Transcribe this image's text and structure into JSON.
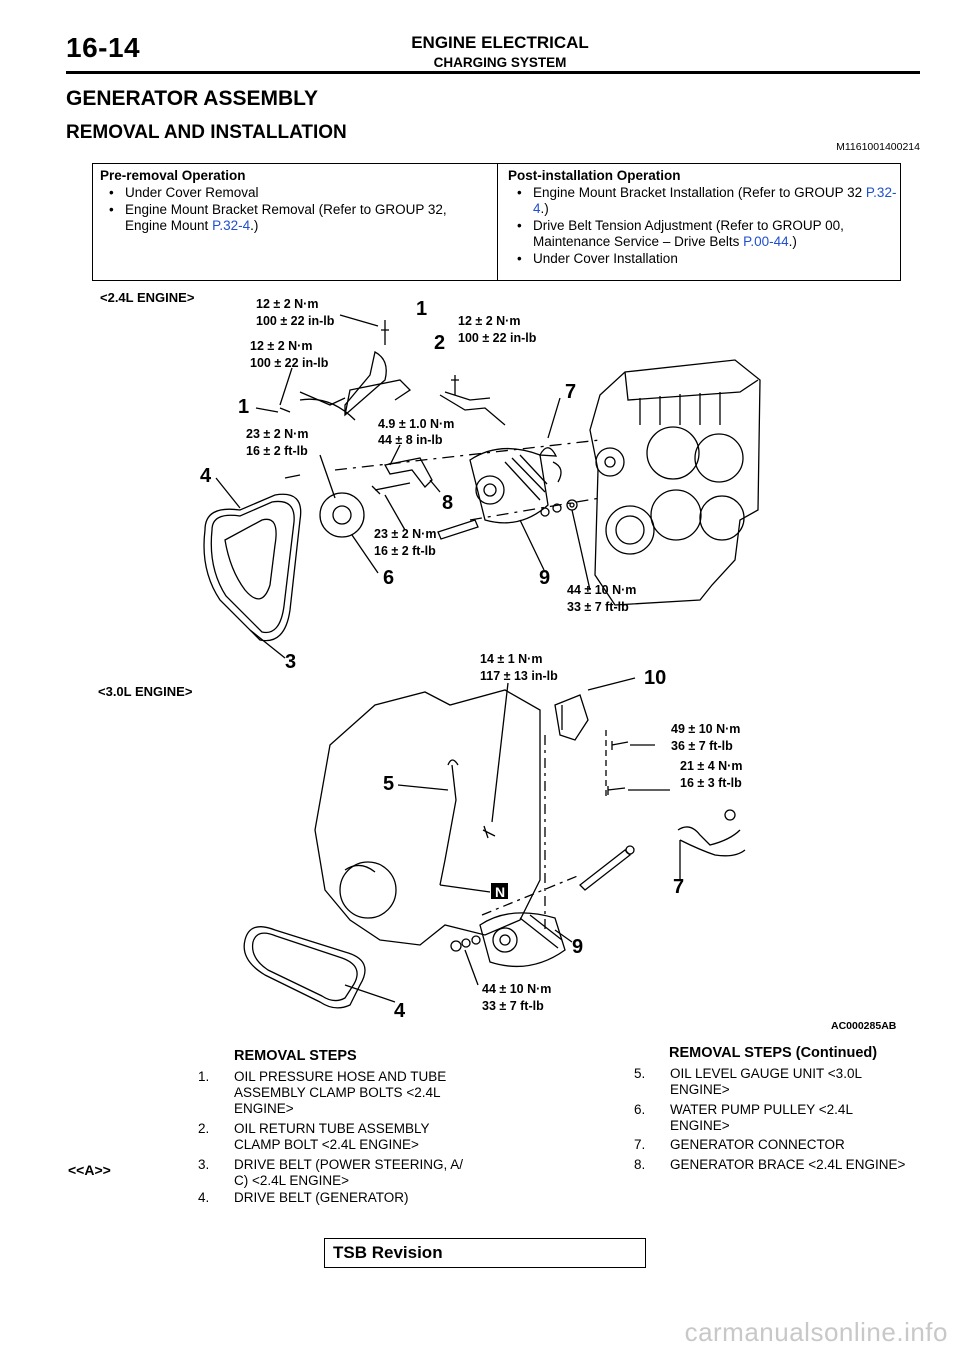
{
  "header": {
    "page_number": "16-14",
    "section": "ENGINE ELECTRICAL",
    "subsection": "CHARGING SYSTEM"
  },
  "title": "GENERATOR ASSEMBLY",
  "subtitle": "REMOVAL AND INSTALLATION",
  "doc_id": "M1161001400214",
  "pre_removal": {
    "heading": "Pre-removal Operation",
    "items": [
      {
        "text": "Under Cover Removal",
        "link": ""
      },
      {
        "text": "Engine Mount Bracket Removal (Refer to GROUP 32, Engine Mount ",
        "link": "P.32-4",
        "tail": ".)"
      }
    ]
  },
  "post_install": {
    "heading": "Post-installation Operation",
    "items": [
      {
        "text": "Engine Mount Bracket Installation (Refer to GROUP 32 ",
        "link": "P.32-4",
        "tail": ".)"
      },
      {
        "text": "Drive Belt Tension Adjustment (Refer to GROUP 00, Maintenance Service – Drive Belts ",
        "link": "P.00-44",
        "tail": ".)"
      },
      {
        "text": "Under Cover Installation",
        "link": ""
      }
    ]
  },
  "bullet": "•",
  "diagram": {
    "engine_24": "<2.4L ENGINE>",
    "engine_30": "<3.0L ENGINE>",
    "figure_id": "AC000285AB",
    "torques": {
      "t1a": "12 ± 2 N·m",
      "t1b": "100 ± 22 in-lb",
      "t2a": "12 ± 2 N·m",
      "t2b": "100 ± 22 in-lb",
      "t3a": "12 ± 2 N·m",
      "t3b": "100 ± 22 in-lb",
      "t4a": "4.9 ± 1.0 N·m",
      "t4b": "44 ± 8 in-lb",
      "t5a": "23 ± 2 N·m",
      "t5b": "16 ± 2 ft-lb",
      "t6a": "23 ± 2 N·m",
      "t6b": "16 ± 2 ft-lb",
      "t7a": "44 ± 10 N·m",
      "t7b": "33 ± 7 ft-lb",
      "t8a": "14 ± 1 N·m",
      "t8b": "117 ± 13 in-lb",
      "t9a": "49 ± 10 N·m",
      "t9b": "36 ± 7 ft-lb",
      "t10a": "21 ± 4 N·m",
      "t10b": "16 ± 3 ft-lb",
      "t11a": "44 ± 10 N·m",
      "t11b": "33 ± 7 ft-lb"
    },
    "callouts": {
      "c1a": "1",
      "c1b": "1",
      "c2": "2",
      "c3": "3",
      "c4a": "4",
      "c4b": "4",
      "c5": "5",
      "c6": "6",
      "c7a": "7",
      "c7b": "7",
      "c8": "8",
      "c9a": "9",
      "c9b": "9",
      "c10": "10",
      "n_mark": "N"
    }
  },
  "removal_steps": {
    "heading": "REMOVAL STEPS",
    "mark": "<<A>>",
    "steps": [
      {
        "num": "1.",
        "text": "OIL PRESSURE HOSE AND TUBE ASSEMBLY CLAMP BOLTS <2.4L ENGINE>"
      },
      {
        "num": "2.",
        "text": "OIL RETURN TUBE ASSEMBLY CLAMP BOLT <2.4L ENGINE>"
      },
      {
        "num": "3.",
        "text": "DRIVE BELT (POWER STEERING, A/ C) <2.4L ENGINE>"
      },
      {
        "num": "4.",
        "text": "DRIVE BELT (GENERATOR)"
      }
    ]
  },
  "removal_steps_cont": {
    "heading": "REMOVAL STEPS (Continued)",
    "steps": [
      {
        "num": "5.",
        "text": "OIL LEVEL GAUGE UNIT <3.0L ENGINE>"
      },
      {
        "num": "6.",
        "text": "WATER PUMP PULLEY <2.4L ENGINE>"
      },
      {
        "num": "7.",
        "text": "GENERATOR CONNECTOR"
      },
      {
        "num": "8.",
        "text": "GENERATOR BRACE <2.4L ENGINE>"
      }
    ]
  },
  "footer": {
    "tsb": "TSB Revision",
    "watermark": "carmanualsonline.info"
  }
}
